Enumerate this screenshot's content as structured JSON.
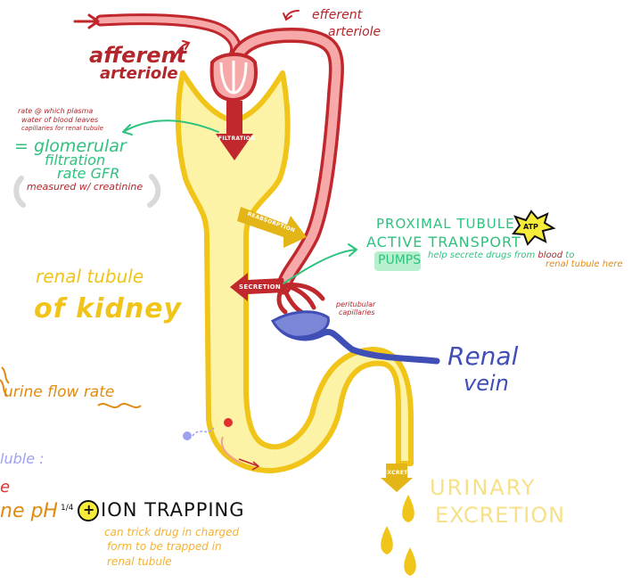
{
  "labels": {
    "afferent_arteriole": [
      "afferent",
      "arteriole"
    ],
    "efferent_arteriole": [
      "efferent",
      "arteriole"
    ],
    "gfr_note": [
      "rate @ which plasma",
      "water of blood leaves",
      "capillaries for renal tubule"
    ],
    "gfr_title": [
      "= glomerular",
      "filtration",
      "rate GFR"
    ],
    "gfr_measured": "measured w/ creatinine",
    "filtration": "FILTRATION",
    "reabsorption": "REABSORPTION",
    "secretion": "SECRETION",
    "excretion": "EXCRETION",
    "proximal_tubule": "PROXIMAL TUBULE",
    "active_transport": "ACTIVE TRANSPORT",
    "atp": "ATP",
    "pumps": "PUMPS",
    "pumps_note_1": "help secrete drugs from",
    "pumps_note_blood": "blood",
    "pumps_note_2": "to",
    "pumps_note_3": "renal tubule here",
    "peritubular": [
      "peritubular",
      "capillaries"
    ],
    "renal_tubule": [
      "renal tubule",
      "of kidney"
    ],
    "renal_vein": [
      "Renal",
      "vein"
    ],
    "urine_flow_rate": "urine flow rate",
    "luble": "luble :",
    "ne_ph": "ne pH",
    "quarter": "1/4",
    "plus": "+",
    "ion_trapping": "ION TRAPPING",
    "trap_note": [
      "can trick drug in charged",
      "form to be trapped in",
      "renal tubule"
    ],
    "e_fragment": "e",
    "urinary_excretion": [
      "URINARY",
      "EXCRETION"
    ]
  },
  "colors": {
    "tubule_fill": "#fdf3a7",
    "tubule_outline": "#f0c419",
    "vessel_fill": "#f7a8a8",
    "vessel_outline": "#c0282d",
    "vein": "#3f4fb5",
    "accent_red": "#b3262b",
    "accent_green": "#2ec27e",
    "accent_yellow": "#f0c419",
    "accent_orange": "#e08a12"
  }
}
